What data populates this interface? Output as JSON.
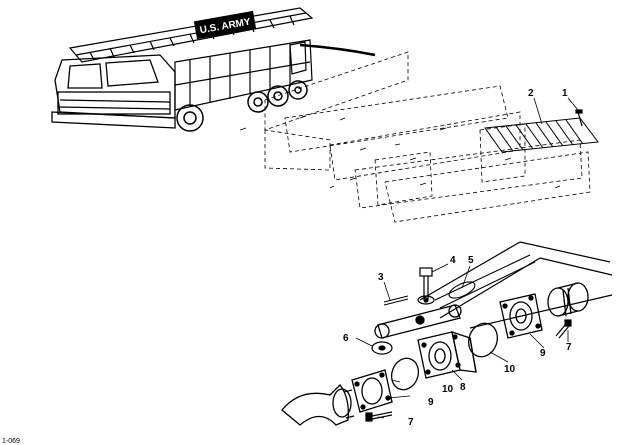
{
  "figure": {
    "truck_marking": "U.S. ARMY",
    "caption_fragment": "1-069",
    "callouts": {
      "c1": "1",
      "c2": "2",
      "c3": "3",
      "c4": "4",
      "c5": "5",
      "c6": "6",
      "c7a": "7",
      "c7b": "7",
      "c8": "8",
      "c9a": "9",
      "c9b": "9",
      "c10a": "10",
      "c10b": "10"
    }
  }
}
